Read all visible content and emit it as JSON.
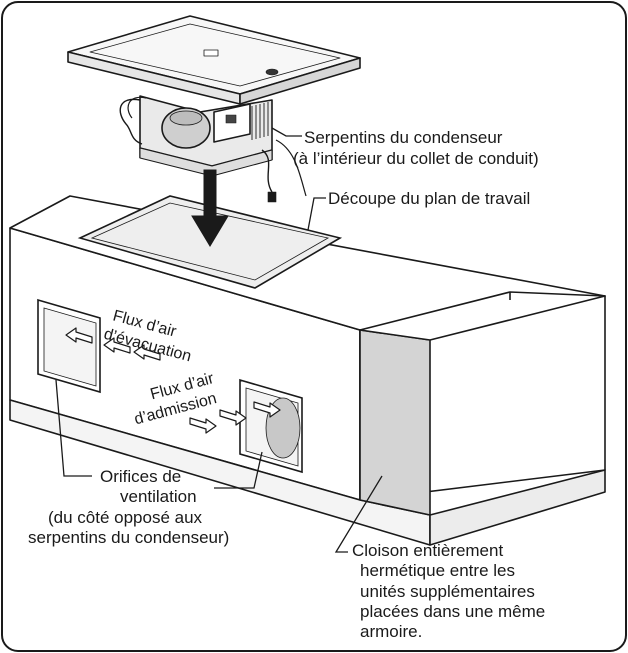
{
  "labels": {
    "condenser_coils": {
      "line1": "Serpentins du condenseur",
      "line2": "(à l’intérieur du collet de conduit)"
    },
    "countertop_cutout": "Découpe du plan de travail",
    "exhaust_airflow": {
      "line1": "Flux d’air",
      "line2": "d’évacuation"
    },
    "intake_airflow": {
      "line1": "Flux d’air",
      "line2": "d’admission"
    },
    "vent_openings": {
      "line1": "Orifices de",
      "line2": "ventilation",
      "line3": "(du côté opposé aux",
      "line4": "serpentins du condenseur)"
    },
    "sealed_partition": {
      "line1": "Cloison entièrement",
      "line2": "hermétique entre les",
      "line3": "unités supplémentaires",
      "line4": "placées dans une même",
      "line5": "armoire."
    }
  },
  "colors": {
    "line": "#1a1a1a",
    "light_fill": "#f2f2f2",
    "shade_fill": "#e2e2e2",
    "dark_shade": "#cfcfcf",
    "cutout_fill": "#eeeeee"
  }
}
